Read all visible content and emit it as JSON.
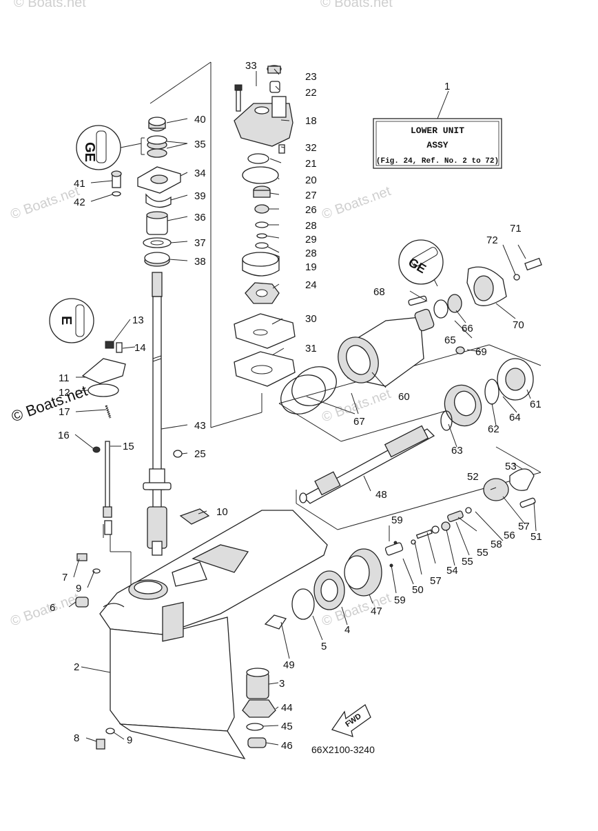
{
  "title_box": {
    "line1": "LOWER UNIT",
    "line2": "ASSY",
    "line3": "(Fig. 24, Ref. No. 2 to 72)"
  },
  "drawing_code": "66X2100-3240",
  "fwd_label": "FWD",
  "watermark": "© Boats.net",
  "callouts": {
    "c1": "1",
    "c2": "2",
    "c3": "3",
    "c4": "4",
    "c5": "5",
    "c6": "6",
    "c7": "7",
    "c8": "8",
    "c9a": "9",
    "c9b": "9",
    "c10": "10",
    "c11": "11",
    "c12": "12",
    "c13": "13",
    "c14": "14",
    "c15": "15",
    "c16": "16",
    "c17": "17",
    "c18": "18",
    "c19": "19",
    "c20": "20",
    "c21": "21",
    "c22": "22",
    "c23": "23",
    "c24": "24",
    "c25": "25",
    "c26": "26",
    "c27": "27",
    "c28a": "28",
    "c28b": "28",
    "c29": "29",
    "c30": "30",
    "c31": "31",
    "c32": "32",
    "c33": "33",
    "c34": "34",
    "c35": "35",
    "c36": "36",
    "c37": "37",
    "c38": "38",
    "c39": "39",
    "c40": "40",
    "c41": "41",
    "c42": "42",
    "c43": "43",
    "c44": "44",
    "c45": "45",
    "c46": "46",
    "c47": "47",
    "c48": "48",
    "c49": "49",
    "c50": "50",
    "c51": "51",
    "c52": "52",
    "c53": "53",
    "c54": "54",
    "c55a": "55",
    "c55b": "55",
    "c56": "56",
    "c57a": "57",
    "c57b": "57",
    "c58": "58",
    "c59a": "59",
    "c59b": "59",
    "c60": "60",
    "c61": "61",
    "c62": "62",
    "c63": "63",
    "c64": "64",
    "c65": "65",
    "c66": "66",
    "c67": "67",
    "c68": "68",
    "c69": "69",
    "c70": "70",
    "c71": "71",
    "c72": "72"
  }
}
